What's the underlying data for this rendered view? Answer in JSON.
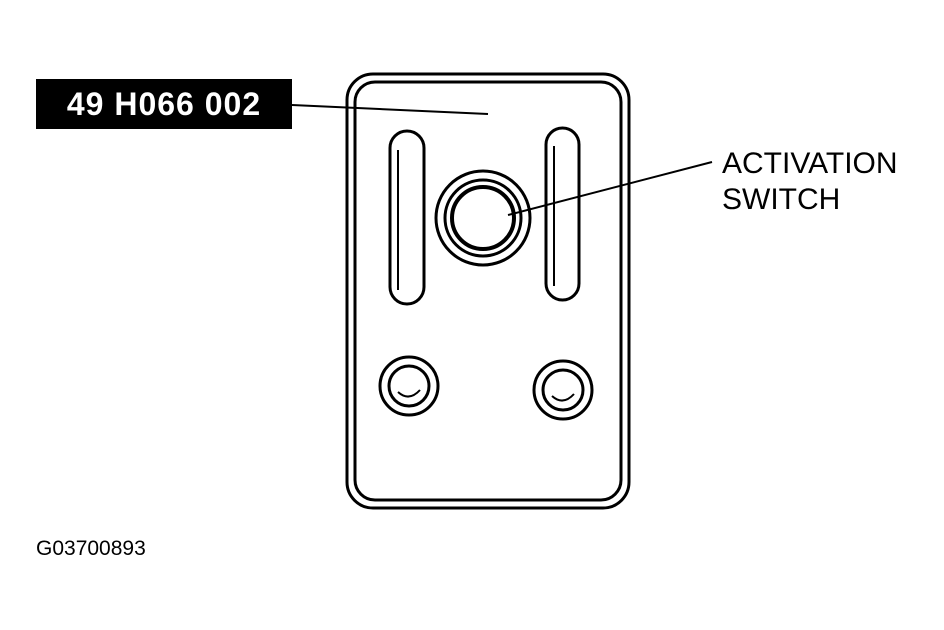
{
  "diagram": {
    "part_number": "49 H066 002",
    "callout": {
      "line1": "ACTIVATION",
      "line2": "SWITCH"
    },
    "figure_id": "G03700893"
  }
}
